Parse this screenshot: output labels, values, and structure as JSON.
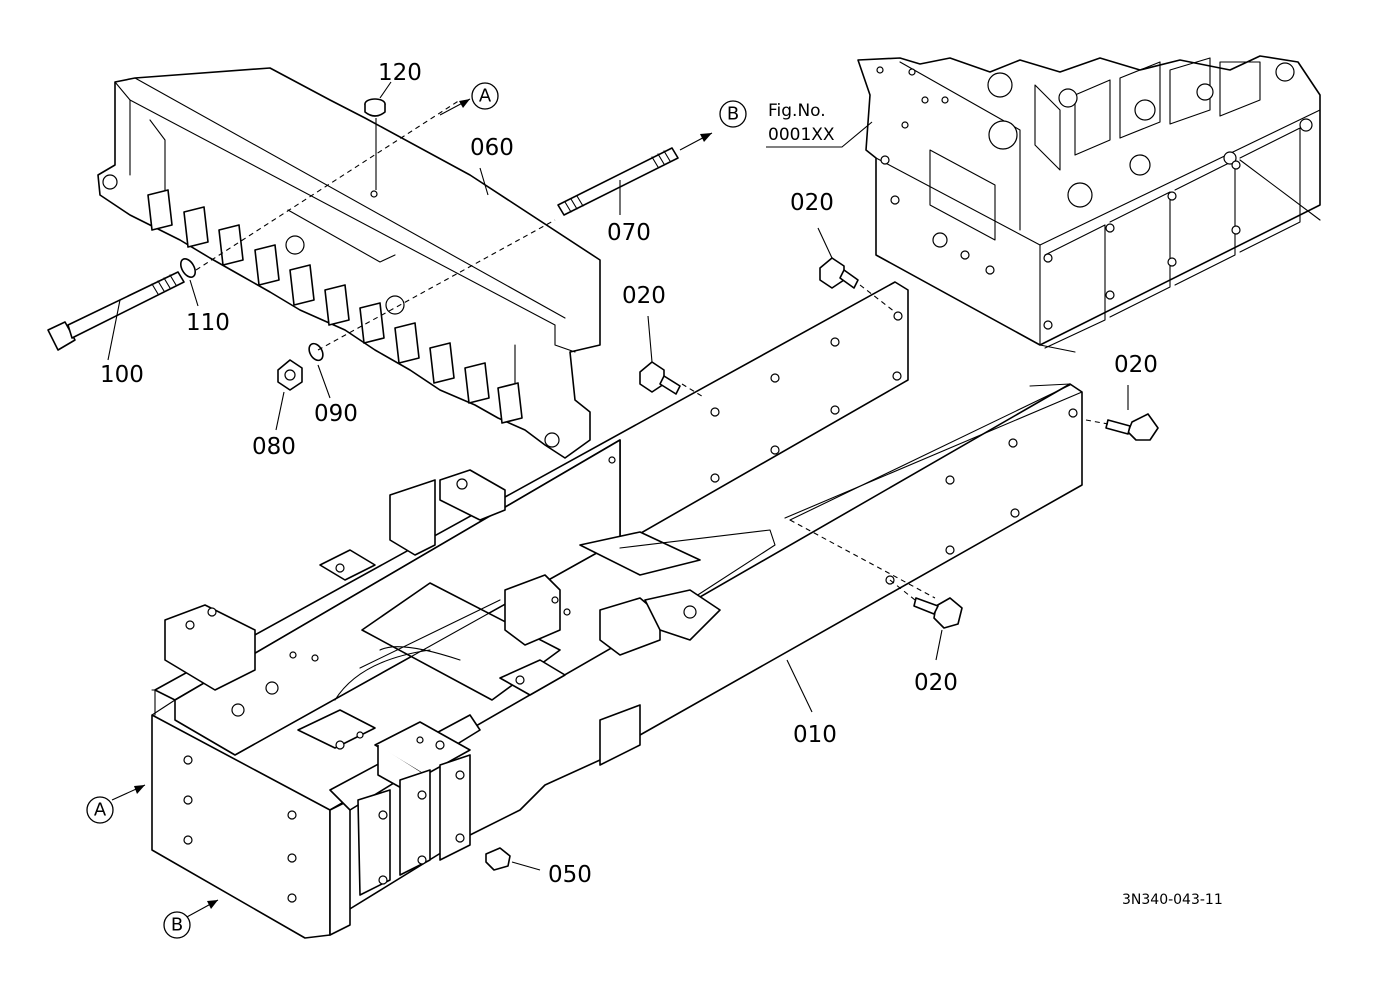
{
  "figure": {
    "fig_no_label": "Fig.No.",
    "fig_no_value": "0001XX",
    "drawing_code": "3N340-043-11"
  },
  "callouts": {
    "p010": "010",
    "p020_a": "020",
    "p020_b": "020",
    "p020_c": "020",
    "p020_d": "020",
    "p050": "050",
    "p060": "060",
    "p070": "070",
    "p080": "080",
    "p090": "090",
    "p100": "100",
    "p110": "110",
    "p120": "120"
  },
  "refs": {
    "a": "A",
    "b": "B"
  }
}
